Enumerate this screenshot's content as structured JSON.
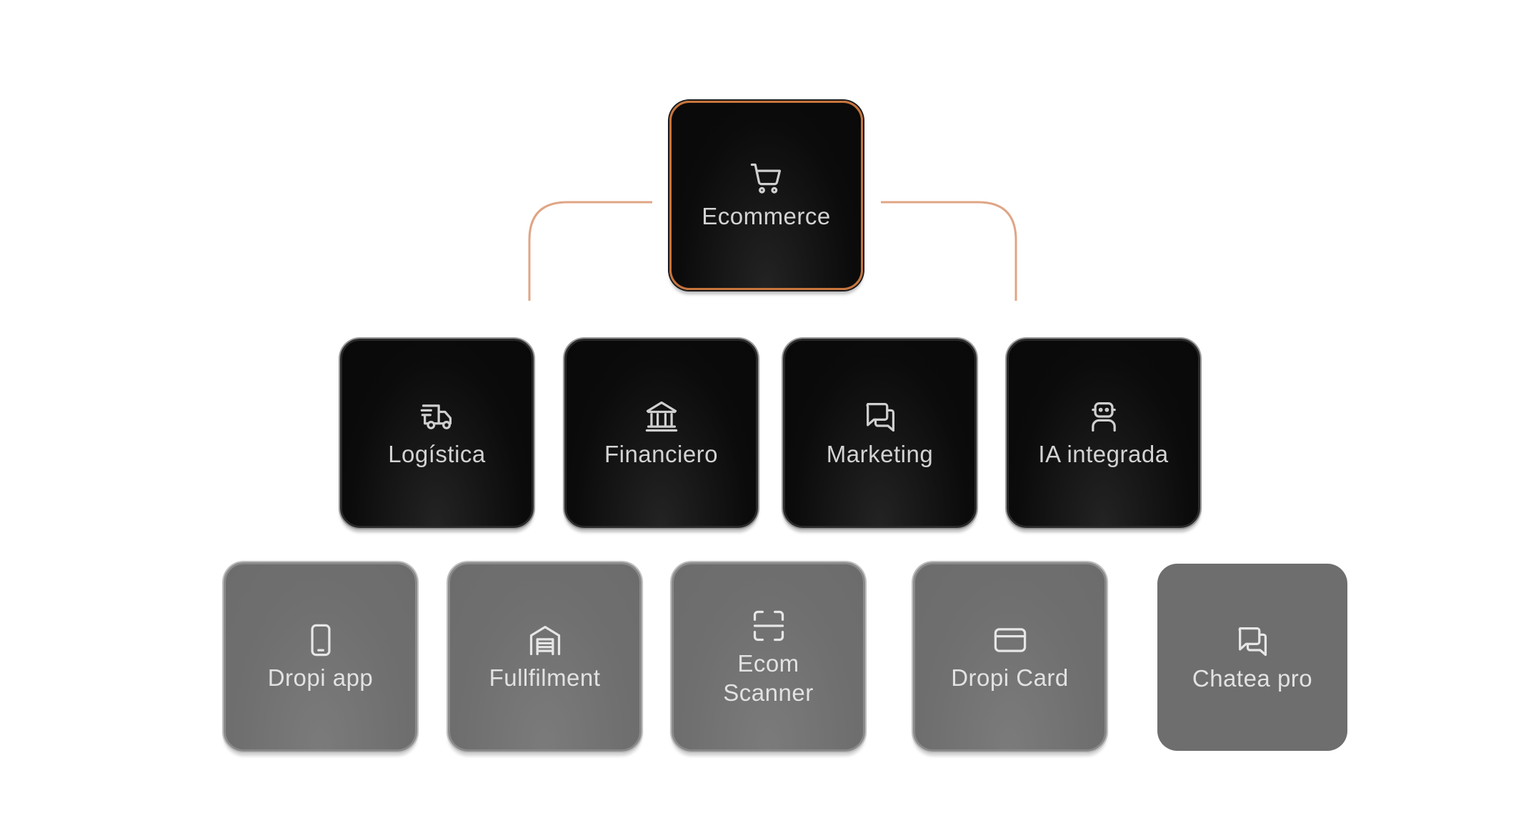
{
  "accent_color": "#c7743c",
  "root": {
    "label": "Ecommerce",
    "icon": "shopping-cart-icon"
  },
  "level1": [
    {
      "id": "logistica",
      "label": "Logística",
      "icon": "delivery-truck-icon"
    },
    {
      "id": "financiero",
      "label": "Financiero",
      "icon": "bank-icon"
    },
    {
      "id": "marketing",
      "label": "Marketing",
      "icon": "chat-bubbles-icon"
    },
    {
      "id": "ia-integrada",
      "label": "IA integrada",
      "icon": "robot-icon"
    }
  ],
  "level2": [
    {
      "id": "dropi-app",
      "label": "Dropi app",
      "icon": "smartphone-icon"
    },
    {
      "id": "fullfilment",
      "label": "Fullfilment",
      "icon": "warehouse-icon"
    },
    {
      "id": "ecom-scanner",
      "label": "Ecom\nScanner",
      "icon": "scan-frame-icon"
    },
    {
      "id": "dropi-card",
      "label": "Dropi Card",
      "icon": "credit-card-icon"
    },
    {
      "id": "chatea-pro",
      "label": "Chatea pro",
      "icon": "chat-bubbles-icon"
    }
  ]
}
